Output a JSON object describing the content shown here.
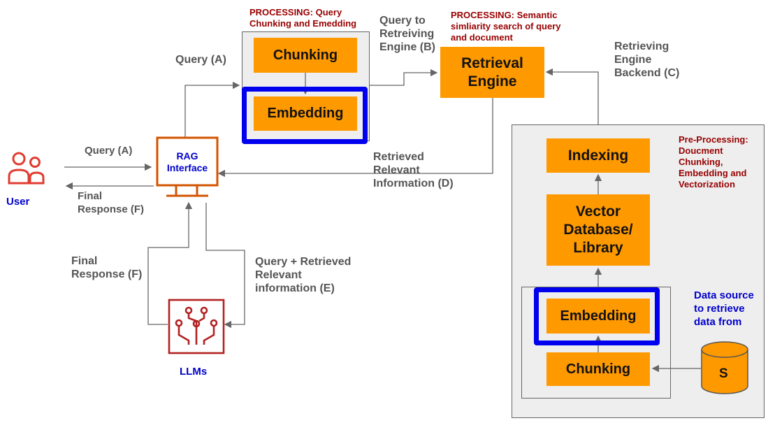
{
  "labels": {
    "user": "User",
    "rag_interface": "RAG Interface",
    "llms": "LLMs",
    "processing_query": "PROCESSING: Query Chunking and Emedding",
    "query_to_engine": "Query to Retreiving Engine (B)",
    "processing_semantic": "PROCESSING: Semantic simliarity search of query and document",
    "retrieving_backend": "Retrieving Engine Backend (C)",
    "query_a_top": "Query (A)",
    "query_a_left": "Query (A)",
    "final_response_top": "Final Response (F)",
    "final_response_bottom": "Final Response (F)",
    "retrieved_info": "Retrieved Relevant Information (D)",
    "query_retrieved": "Query + Retrieved Relevant information (E)",
    "preprocessing": "Pre-Processing: Doucment Chunking, Embedding and Vectorization",
    "data_source": "Data source to retrieve data from",
    "storage_letter": "S"
  },
  "boxes": {
    "chunking_top": "Chunking",
    "embedding_top": "Embedding",
    "retrieval_engine": "Retrieval Engine",
    "indexing": "Indexing",
    "vector_db": "Vector Database/ Library",
    "embedding_bottom": "Embedding",
    "chunking_bottom": "Chunking"
  },
  "colors": {
    "box": "#ff9900",
    "highlight": "#0000ee",
    "user_icon": "#e03c31",
    "interface": "#d35400",
    "llm_icon": "#b22222",
    "processing_text": "#990000",
    "blue_text": "#0000cc"
  },
  "icons": [
    "users-icon",
    "monitor-icon",
    "circuit-chip-icon",
    "database-cylinder-icon"
  ]
}
